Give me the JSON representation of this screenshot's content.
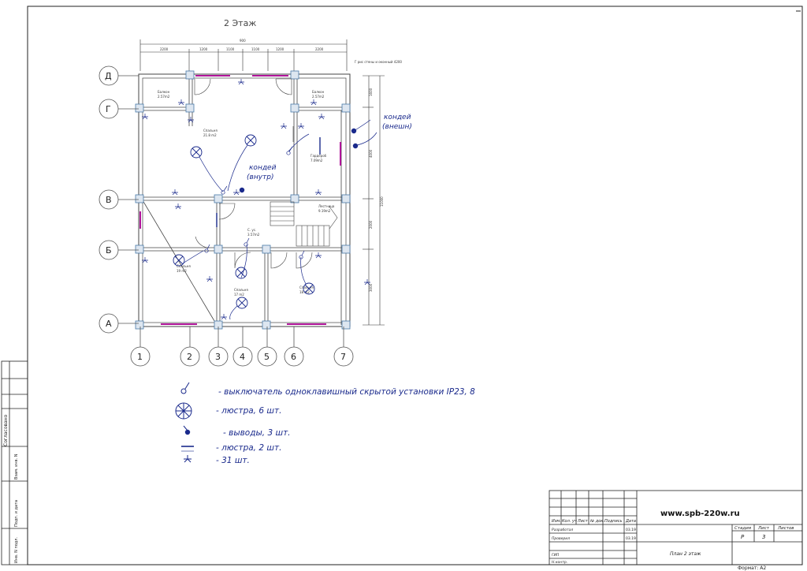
{
  "floor_title": "2 Этаж",
  "overall_dim": "900",
  "top_dims": [
    "2200",
    "1200",
    "1100",
    "1100",
    "1200",
    "2200"
  ],
  "right_dims": [
    "1600",
    "4000",
    "11000",
    "2000",
    "3000"
  ],
  "right_note": "Г рис стены и оконный 4200",
  "axes_rows": [
    "Д",
    "Г",
    "В",
    "Б",
    "А"
  ],
  "axes_cols": [
    "1",
    "2",
    "3",
    "4",
    "5",
    "6",
    "7"
  ],
  "rooms": [
    {
      "name": "Балкон",
      "area": "2.57m2"
    },
    {
      "name": "Балкон",
      "area": "2.57m2"
    },
    {
      "name": "Спальня",
      "area": "21.8 m2"
    },
    {
      "name": "Гардероб",
      "area": "7.09m2"
    },
    {
      "name": "Лестница",
      "area": "9.19m2"
    },
    {
      "name": "С. ус.",
      "area": "3.57m2"
    },
    {
      "name": "Спальня",
      "area": "19 m2"
    },
    {
      "name": "Спальня",
      "area": "17 m2"
    },
    {
      "name": "Спальня",
      "area": "18 m2"
    }
  ],
  "annotations": {
    "condenser_inner": "кондей\n(внутр)",
    "condenser_outer": "кондей\n(внешн)"
  },
  "legend": {
    "switch": "- выключатель одноклавишный скрытой установки IP23, 8",
    "chandelier_cross": "- люстра, 6 шт.",
    "outputs": "- выводы, 3 шт.",
    "chandelier_line": "- люстра, 2 шт.",
    "outlets": "-   31 шт."
  },
  "title_block": {
    "website": "www.spb-220w.ru",
    "header_cols": [
      "Изм.",
      "Кол. уч",
      "Лист",
      "№ док.",
      "Подпись",
      "Дата"
    ],
    "rows": [
      "Разработал",
      "Проверил",
      "",
      "",
      "ГИП",
      "Н.контр."
    ],
    "dates": [
      "03.19",
      "03.19"
    ],
    "stage_label": "Стадия",
    "sheet_label": "Лист",
    "sheets_label": "Листов",
    "stage": "Р",
    "sheet": "3",
    "drawing_title": "План 2 этаж",
    "format": "Формат: А2"
  },
  "side_stamp": [
    "Согласовано",
    "Взам. инв. N",
    "Подп. и дата",
    "Инв. N подл."
  ]
}
